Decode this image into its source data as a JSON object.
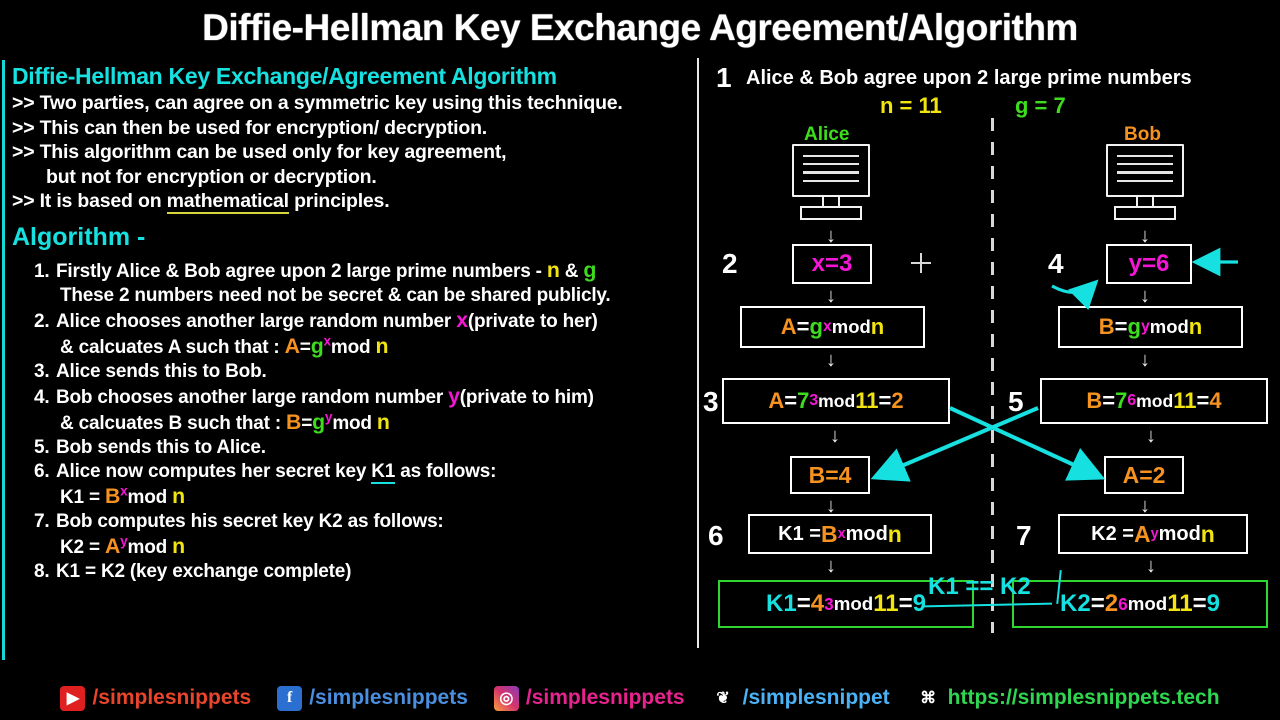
{
  "title": "Diffie-Hellman Key Exchange Agreement/Algorithm",
  "left_panel": {
    "heading": "Diffie-Hellman Key Exchange/Agreement Algorithm",
    "bullets": [
      ">> Two parties, can agree on a symmetric key using this technique.",
      ">> This can then be used for encryption/ decryption.",
      ">> This algorithm can be used only for key agreement,",
      "but not for encryption or decryption."
    ],
    "bullet5_prefix": ">> It is based on ",
    "bullet5_underlined": "mathematical",
    "bullet5_suffix": " principles.",
    "algorithm_heading": "Algorithm -",
    "steps": [
      {
        "num": "1.",
        "line1_a": "Firstly Alice & Bob agree upon 2 large prime numbers - ",
        "line1_n": "n",
        "line1_amp": " & ",
        "line1_g": "g",
        "line2": "These 2 numbers need not be secret & can be shared publicly."
      },
      {
        "num": "2.",
        "line1_a": "Alice chooses another large random number ",
        "line1_x": "x",
        "line1_b": "(private to her)",
        "line2_a": "& calcuates A such that : ",
        "A": "A",
        "eq": "=",
        "g": "g",
        "x": "x",
        "mod": "mod ",
        "n": "n"
      },
      {
        "num": "3.",
        "text": "Alice sends this to Bob."
      },
      {
        "num": "4.",
        "line1_a": "Bob chooses another large random number ",
        "line1_y": "y",
        "line1_b": "(private to him)",
        "line2_a": "& calcuates B such that : ",
        "B": "B",
        "eq": "=",
        "g": "g",
        "y": "y",
        "mod": "mod ",
        "n": "n"
      },
      {
        "num": "5.",
        "text": "Bob sends this to Alice."
      },
      {
        "num": "6.",
        "line1_a": "Alice now computes her secret key ",
        "k": "K1",
        "line1_b": " as follows:",
        "line2_a": "K1 = ",
        "B": "B",
        "x": "x",
        "mod": "mod ",
        "n": "n"
      },
      {
        "num": "7.",
        "line1_a": "Bob computes his secret key K2 as follows:",
        "line2_a": "K2 = ",
        "A": "A",
        "y": "y",
        "mod": "mod ",
        "n": "n"
      },
      {
        "num": "8.",
        "text": "K1 = K2 (key exchange complete)"
      }
    ]
  },
  "diagram": {
    "step1_num": "1",
    "step1_text": "Alice & Bob agree upon 2 large prime numbers",
    "n_value": "n = 11",
    "g_value": "g = 7",
    "alice_label": "Alice",
    "bob_label": "Bob",
    "step2_num": "2",
    "step3_num": "3",
    "step4_num": "4",
    "step5_num": "5",
    "step6_num": "6",
    "step7_num": "7",
    "alice": {
      "private": {
        "var": "x",
        "eq": " = ",
        "val": "3"
      },
      "formula": {
        "A": "A",
        "eq": "=",
        "g": "g",
        "exp": "x",
        "mod": "mod ",
        "n": "n"
      },
      "computed": {
        "A": "A",
        "eq": "= ",
        "base": "7",
        "exp": "3",
        "mod": "mod ",
        "n": "11",
        "res_eq": " = ",
        "result": "2"
      },
      "received": {
        "var": "B",
        "eq": " = ",
        "val": "4"
      },
      "keyformula": {
        "k": "K1 = ",
        "B": "B",
        "exp": "x",
        "mod": "mod ",
        "n": "n"
      },
      "keyresult": {
        "k": "K1",
        "eq": " = ",
        "base": "4",
        "exp": "3",
        "mod": "mod ",
        "n": "11",
        "res_eq": " = ",
        "result": "9"
      }
    },
    "bob": {
      "private": {
        "var": "y",
        "eq": " = ",
        "val": "6"
      },
      "formula": {
        "B": "B",
        "eq": "=",
        "g": "g",
        "exp": "y",
        "mod": "mod ",
        "n": "n"
      },
      "computed": {
        "B": "B",
        "eq": "=",
        "base": "7",
        "exp": "6",
        "mod": "mod ",
        "n": "11",
        "res_eq": "= ",
        "result": "4"
      },
      "received": {
        "var": "A",
        "eq": " = ",
        "val": "2"
      },
      "keyformula": {
        "k": "K2 = ",
        "A": "A",
        "exp": "y",
        "mod": " mod ",
        "n": "n"
      },
      "keyresult": {
        "k": "K2",
        "eq": " = ",
        "base": "2",
        "exp": "6",
        "mod": "mod ",
        "n": "11",
        "res_eq": " = ",
        "result": "9"
      }
    },
    "conclusion": "K1 == K2"
  },
  "footer": {
    "items": [
      {
        "icon": "youtube-icon",
        "glyph": "▶",
        "handle": "/simplesnippets"
      },
      {
        "icon": "facebook-icon",
        "glyph": "f",
        "handle": "/simplesnippets"
      },
      {
        "icon": "instagram-icon",
        "glyph": "◎",
        "handle": "/simplesnippets"
      },
      {
        "icon": "twitter-icon",
        "glyph": "❦",
        "handle": "/simplesnippet"
      },
      {
        "icon": "website-icon",
        "glyph": "⌘",
        "handle": "https://simplesnippets.tech"
      }
    ]
  },
  "colors": {
    "n": "#f2e410",
    "g": "#3ddd1e",
    "x": "#f516d5",
    "A": "#f59220",
    "cyan": "#16e0e0",
    "green_box": "#2fd62f",
    "background": "#000000"
  }
}
